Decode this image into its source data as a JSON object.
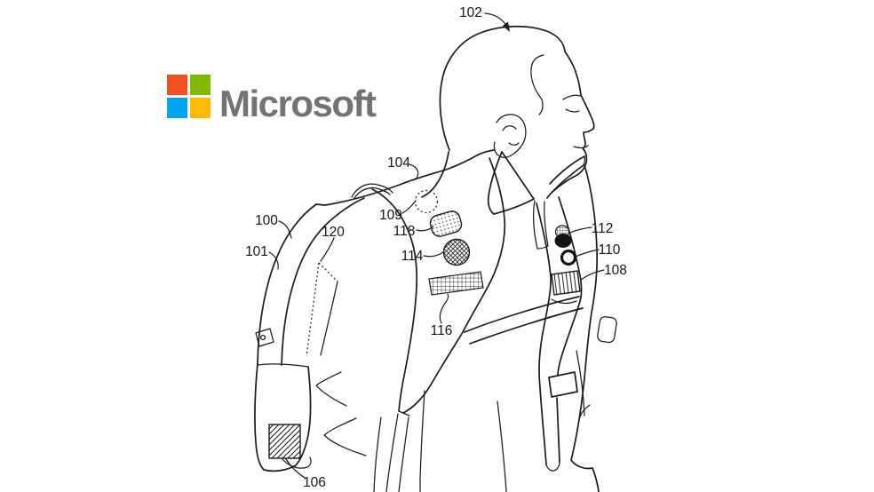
{
  "brand": {
    "wordmark": "Microsoft",
    "wordmark_color": "#737373",
    "squares": {
      "top_left": "#F25022",
      "top_right": "#7FBA00",
      "bottom_left": "#00A4EF",
      "bottom_right": "#FFB900"
    }
  },
  "figure": {
    "background": "#ffffff",
    "line_color": "#1b1b1b",
    "description": "Patent line drawing of a man in side profile wearing a sensor-equipped backpack",
    "reference_labels": {
      "n100": "100",
      "n101": "101",
      "n102": "102",
      "n104": "104",
      "n106": "106",
      "n108": "108",
      "n109": "109",
      "n110": "110",
      "n112": "112",
      "n114": "114",
      "n116": "116",
      "n118": "118",
      "n120": "120"
    }
  }
}
